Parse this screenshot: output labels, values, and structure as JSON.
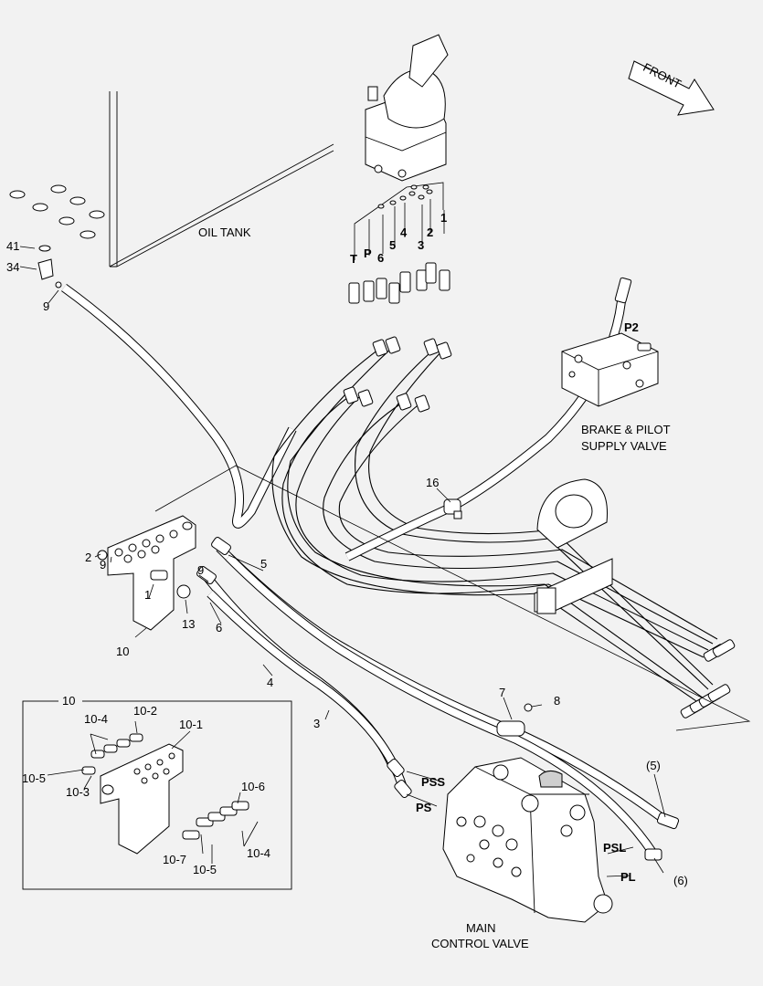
{
  "orientation": {
    "front_label": "FRONT"
  },
  "components": {
    "oil_tank": "OIL TANK",
    "brake_pilot_line1": "BRAKE & PILOT",
    "brake_pilot_line2": "SUPPLY VALVE",
    "main_valve_line1": "MAIN",
    "main_valve_line2": "CONTROL VALVE"
  },
  "ports": {
    "joystick": [
      "T",
      "P",
      "6",
      "5",
      "4",
      "3",
      "2",
      "1"
    ],
    "p2": "P2",
    "pss": "PSS",
    "ps": "PS",
    "psl": "PSL",
    "pl": "PL"
  },
  "callouts": {
    "c41": "41",
    "c34": "34",
    "c9a": "9",
    "c16": "16",
    "c2": "2",
    "c9b": "9",
    "c9c": "9",
    "c1": "1",
    "c13": "13",
    "c10": "10",
    "c5": "5",
    "c6": "6",
    "c4": "4",
    "c3": "3",
    "c7": "7",
    "c8": "8",
    "c5p": "(5)",
    "c6p": "(6)"
  },
  "detail": {
    "title": "10",
    "c10_4a": "10-4",
    "c10_2": "10-2",
    "c10_1": "10-1",
    "c10_5a": "10-5",
    "c10_3": "10-3",
    "c10_6": "10-6",
    "c10_7": "10-7",
    "c10_5b": "10-5",
    "c10_4b": "10-4"
  }
}
